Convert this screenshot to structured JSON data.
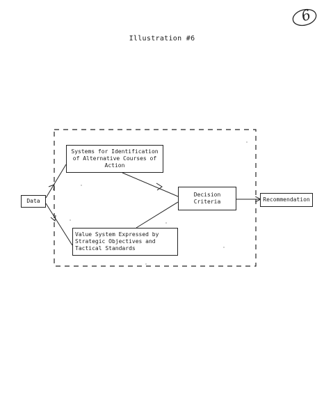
{
  "page_number": "6",
  "title": "Illustration #6",
  "boxes": {
    "data": "Data",
    "systems": "Systems for Identification\nof Alternative Courses of\nAction",
    "value_system": "Value System Expressed by\nStrategic Objectives and\nTactical Standards",
    "decision": "Decision\nCriteria",
    "recommendation": "Recommendation"
  },
  "colors": {
    "ink": "#222222"
  }
}
